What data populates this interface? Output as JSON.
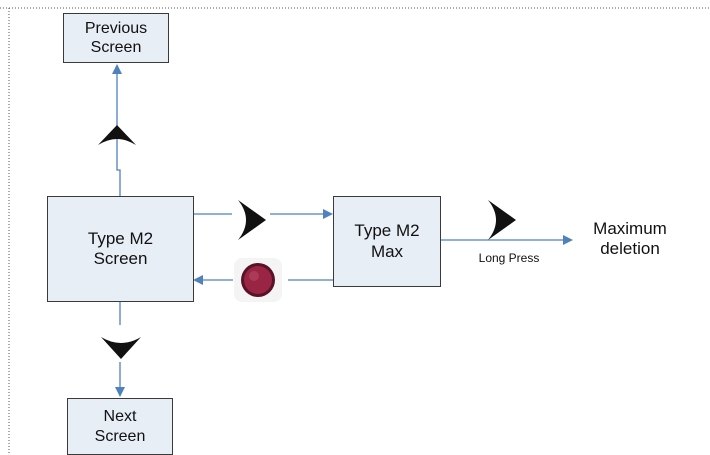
{
  "nodes": {
    "previous": {
      "line1": "Previous",
      "line2": "Screen"
    },
    "main": {
      "line1": "Type M2",
      "line2": "Screen"
    },
    "max": {
      "line1": "Type M2",
      "line2": "Max"
    },
    "next": {
      "line1": "Next",
      "line2": "Screen"
    },
    "result": {
      "line1": "Maximum",
      "line2": "deletion"
    }
  },
  "edge_labels": {
    "long_press": "Long Press"
  },
  "buttons": {
    "up": "up-arrow-button-icon",
    "down": "down-arrow-button-icon",
    "right_to_max": "right-arrow-button-icon",
    "right_long_press": "right-arrow-button-icon",
    "ok": "ok-round-button-icon"
  },
  "colors": {
    "box_fill": "#e8eef6",
    "box_border": "#3a3a3a",
    "connector": "#4f81bd",
    "button_fill": "#111111",
    "ok_button": "#8e1d3a"
  }
}
